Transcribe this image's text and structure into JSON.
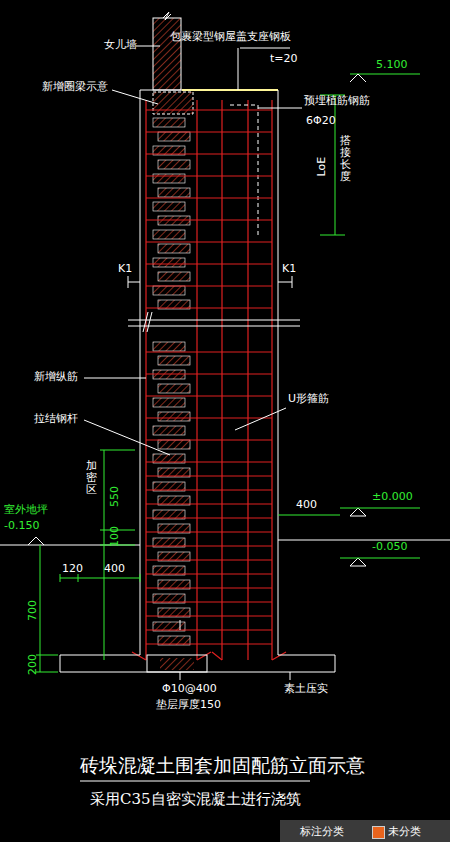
{
  "diagram": {
    "title": "砖垛混凝土围套加固配筋立面示意",
    "caption": "采用C35自密实混凝土进行浇筑",
    "labels": [
      "女儿墙",
      "包裹梁型钢屋盖支座钢板",
      "t=20",
      "5.100",
      "新增圈梁示意",
      "预埋植筋钢筋",
      "6Φ20",
      "LoE",
      "搭接长度",
      "K1",
      "K1",
      "新增纵筋",
      "U形箍筋",
      "拉结钢杆",
      "加密区",
      "550",
      "100",
      "室外地坪",
      "-0.150",
      "120",
      "400",
      "700",
      "200",
      "400",
      "±0.000",
      "-0.050",
      "Φ10@400",
      "垫层厚度150",
      "素土压实",
      "标注分类"
    ],
    "legend": [
      {
        "text": "未分类",
        "color": "#e8641e"
      }
    ]
  }
}
